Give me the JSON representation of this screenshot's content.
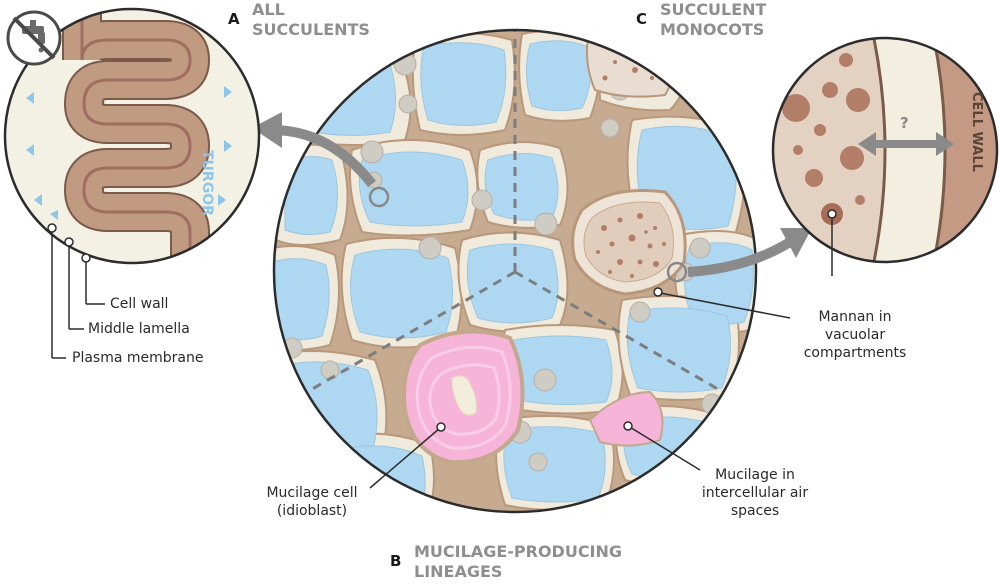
{
  "panels": {
    "a": {
      "letter": "A",
      "title_line1": "ALL",
      "title_line2": "SUCCULENTS"
    },
    "b": {
      "letter": "B",
      "title_line1": "MUCILAGE-PRODUCING",
      "title_line2": "LINEAGES"
    },
    "c": {
      "letter": "C",
      "title_line1": "SUCCULENT",
      "title_line2": "MONOCOTS"
    }
  },
  "inset_a": {
    "turgor_label": "TURGOR",
    "no_water_icon": "no-water-tap-icon",
    "labels": {
      "cell_wall": "Cell wall",
      "middle_lamella": "Middle lamella",
      "plasma_membrane": "Plasma membrane"
    }
  },
  "inset_c": {
    "question_mark": "?",
    "cell_wall_label": "CELL WALL"
  },
  "main_labels": {
    "mannan_line1": "Mannan in",
    "mannan_line2": "vacuolar",
    "mannan_line3": "compartments",
    "mucilage_cell_line1": "Mucilage cell",
    "mucilage_cell_line2": "(idioblast)",
    "mucilage_air_line1": "Mucilage in",
    "mucilage_air_line2": "intercellular air",
    "mucilage_air_line3": "spaces"
  },
  "colors": {
    "vacuole_blue": "#aed8f2",
    "cytoplasm_cream": "#efeadb",
    "cell_wall_tan": "#c4a88e",
    "mucilage_pink": "#f6b4d8",
    "mannan_brown": "#b27e67",
    "turgor_blue": "#8dc6ea",
    "title_gray": "#8e8e8e"
  }
}
